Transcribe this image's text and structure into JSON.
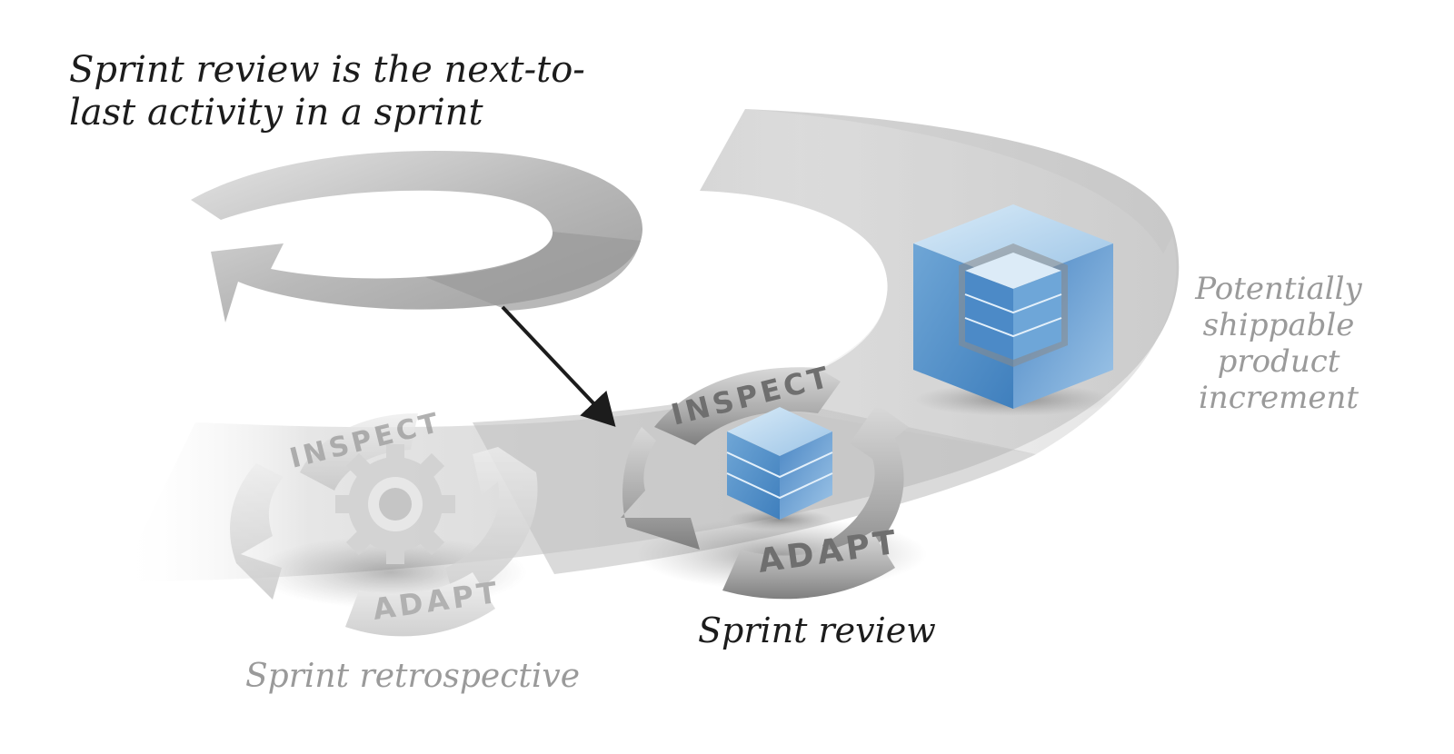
{
  "title": "Sprint review is the next-to-last activity in a sprint",
  "review": {
    "label": "Sprint review",
    "inspect": "INSPECT",
    "adapt": "ADAPT"
  },
  "retrospective": {
    "label": "Sprint retrospective",
    "inspect": "INSPECT",
    "adapt": "ADAPT"
  },
  "increment": {
    "label": "Potentially shippable product increment"
  },
  "colors": {
    "cube_blue": "#4f8fc9",
    "cube_light": "#bcd7ee",
    "ring_gray": "#a8a8a8",
    "text_dark": "#1c1c1c",
    "text_muted": "#9a9a9a"
  }
}
